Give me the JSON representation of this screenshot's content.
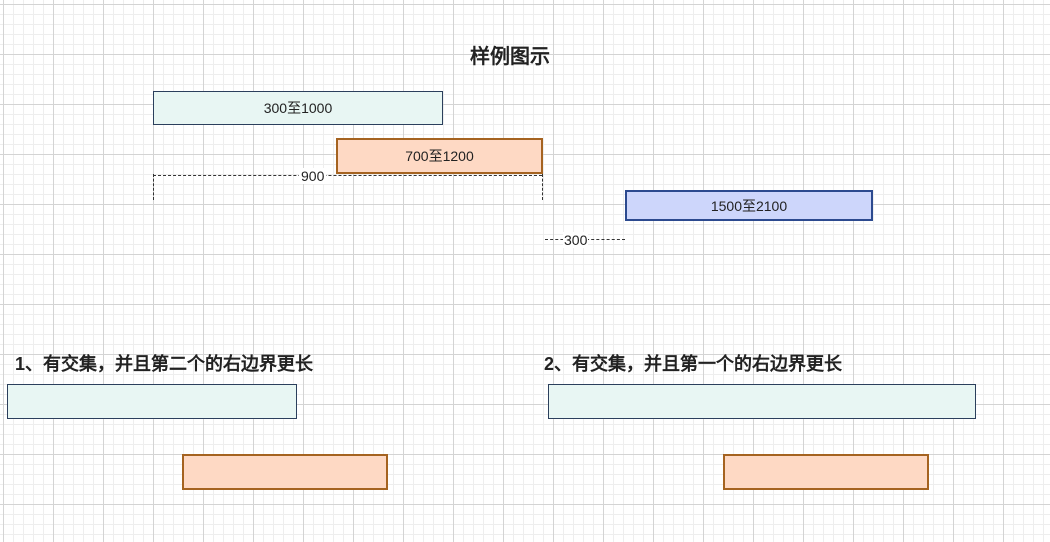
{
  "title": "样例图示",
  "example": {
    "bar1_label": "300至1000",
    "bar2_label": "700至1200",
    "bar3_label": "1500至2100",
    "span_label": "900",
    "gap_label": "300"
  },
  "case1": {
    "heading": "1、有交集，并且第二个的右边界更长"
  },
  "case2": {
    "heading": "2、有交集，并且第一个的右边界更长"
  },
  "colors": {
    "interval_a_fill": "#e8f6f3",
    "interval_b_fill": "#fed9c4",
    "interval_c_fill": "#cdd6fb",
    "interval_b_border": "#a56320",
    "interval_c_border": "#2c4a8f"
  }
}
